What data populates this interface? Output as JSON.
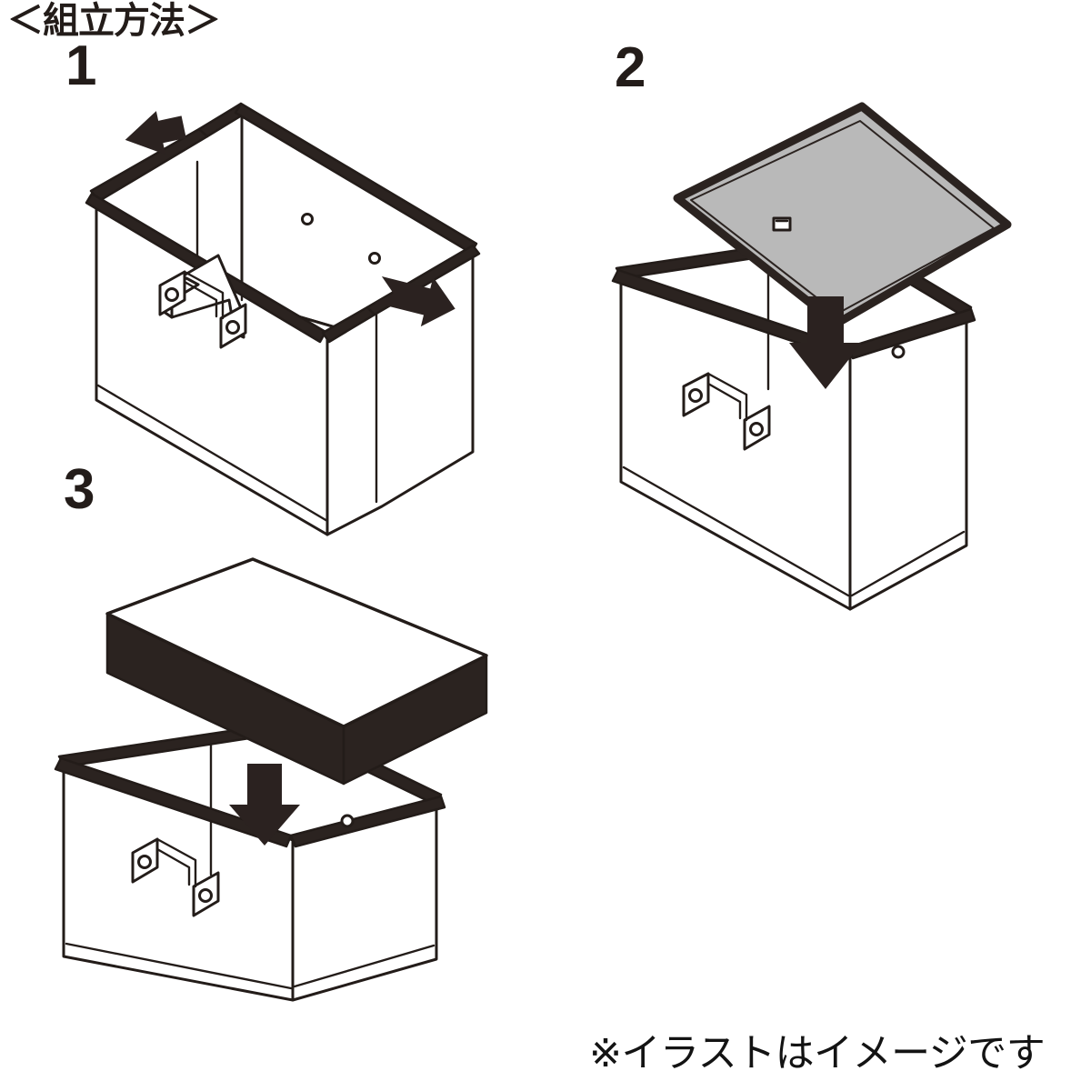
{
  "page": {
    "title": "＜組立方法＞",
    "footnote": "※イラストはイメージです",
    "background": "#ffffff",
    "ink": "#231c19"
  },
  "colors": {
    "outline": "#231c19",
    "rim_dark": "#2b2320",
    "arrow": "#2b2220",
    "board_gray": "#b9b9b9",
    "panel_white": "#ffffff"
  },
  "steps": [
    {
      "number": "1",
      "name": "unfold-box",
      "arrows": [
        {
          "name": "expand-left-arrow",
          "direction": "up-left"
        },
        {
          "name": "expand-right-arrow",
          "direction": "down-right"
        }
      ],
      "parts": [
        "fabric-box-open",
        "carry-handle",
        "eyelet-hole"
      ]
    },
    {
      "number": "2",
      "name": "insert-base-board",
      "arrows": [
        {
          "name": "insert-down-arrow",
          "direction": "down"
        }
      ],
      "parts": [
        "gray-base-board",
        "board-notch",
        "fabric-box",
        "carry-handle",
        "eyelet-hole"
      ]
    },
    {
      "number": "3",
      "name": "place-lid",
      "arrows": [
        {
          "name": "place-down-arrow",
          "direction": "down"
        }
      ],
      "parts": [
        "thick-lid",
        "fabric-box",
        "carry-handle",
        "eyelet-hole"
      ]
    }
  ]
}
